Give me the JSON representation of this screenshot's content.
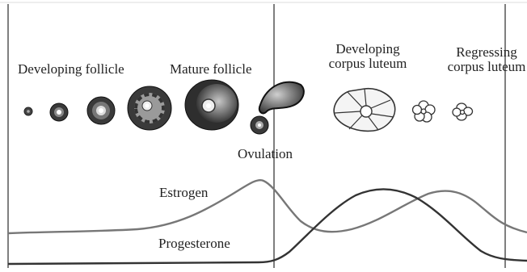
{
  "labels": {
    "developing_follicle": "Developing follicle",
    "mature_follicle": "Mature follicle",
    "ovulation": "Ovulation",
    "developing_corpus_luteum_line1": "Developing",
    "developing_corpus_luteum_line2": "corpus luteum",
    "regressing_corpus_luteum_line1": "Regressing",
    "regressing_corpus_luteum_line2": "corpus luteum",
    "estrogen": "Estrogen",
    "progesterone": "Progesterone"
  },
  "colors": {
    "background": "#ffffff",
    "line": "#444444",
    "estrogen_curve": "#777777",
    "progesterone_curve": "#333333",
    "follicle_dark": "#2e2e2e",
    "follicle_mid": "#8a8a8a",
    "corpus_luteum_fill": "#f4f4f4"
  }
}
